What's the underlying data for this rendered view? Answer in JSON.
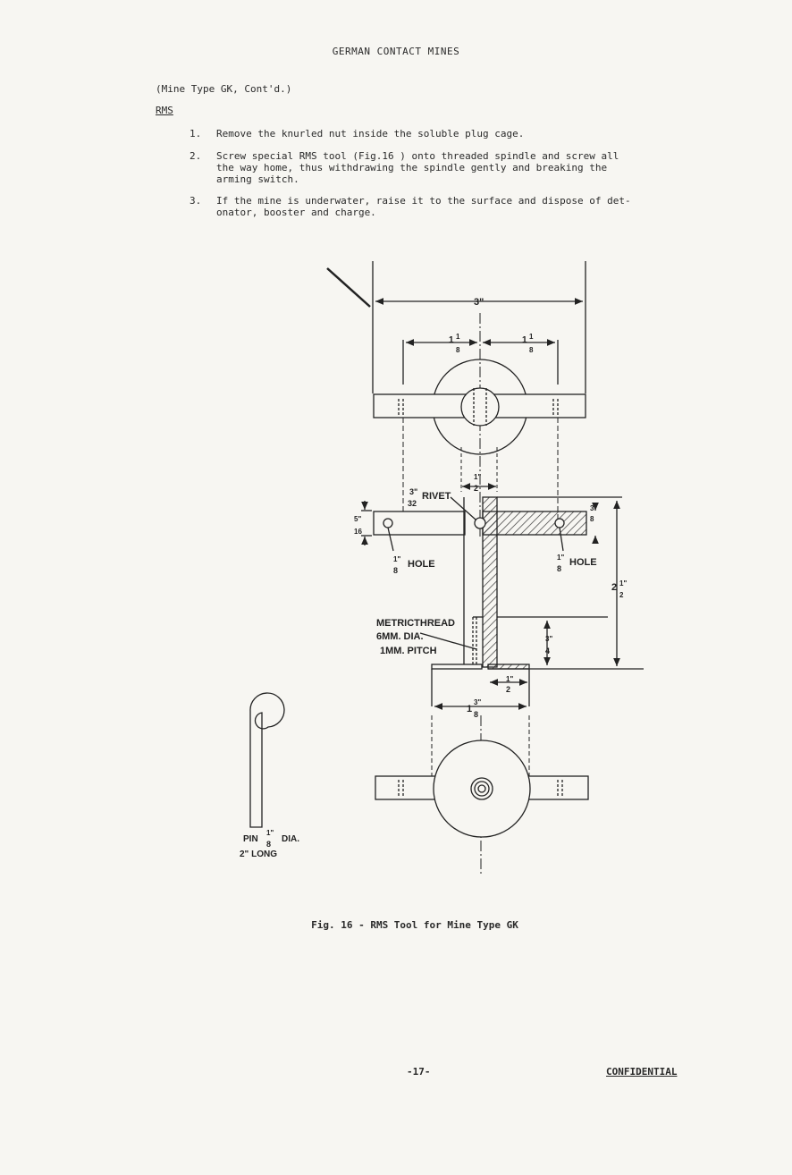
{
  "header": {
    "title": "GERMAN CONTACT MINES"
  },
  "context_line": "(Mine Type GK, Cont'd.)",
  "section_heading": "RMS",
  "steps": [
    {
      "num": "1.",
      "lines": [
        "Remove the knurled nut inside the soluble plug cage."
      ]
    },
    {
      "num": "2.",
      "lines": [
        "Screw special RMS tool (Fig.16 ) onto threaded spindle and screw all",
        "the way home, thus withdrawing the spindle gently and breaking the",
        "arming switch."
      ]
    },
    {
      "num": "3.",
      "lines": [
        "If the mine is underwater, raise it to the surface and dispose of det-",
        "onator, booster and charge."
      ]
    }
  ],
  "figure": {
    "caption": "Fig. 16 - RMS Tool for Mine Type GK",
    "labels": {
      "dim_3in": "3\"",
      "one": "1",
      "eighth": "8",
      "half_num": "1\"",
      "half_den": "2",
      "rivet": "RIVET",
      "rivet_num": "3\"",
      "rivet_den": "32",
      "left_dim_num": "5\"",
      "left_dim_den": "16",
      "hole": "HOLE",
      "hole_num": "1\"",
      "hole_den": "8",
      "right_small_num": "3\"",
      "right_small_den": "8",
      "two_half_whole": "2",
      "two_half_num": "1\"",
      "two_half_den": "2",
      "thread_1": "METRICTHREAD",
      "thread_2": "6MM. DIA.",
      "thread_3": "1MM. PITCH",
      "three_q_num": "3\"",
      "three_q_den": "4",
      "bottom_half_num": "1\"",
      "bottom_half_den": "2",
      "one_3_8_whole": "1",
      "one_3_8_num": "3\"",
      "one_3_8_den": "8",
      "pin_1": "PIN",
      "pin_num": "1\"",
      "pin_den": "8",
      "pin_dia": "DIA.",
      "pin_2": "2\" LONG"
    }
  },
  "footer": {
    "page_number": "-17-",
    "classification": "CONFIDENTIAL"
  }
}
